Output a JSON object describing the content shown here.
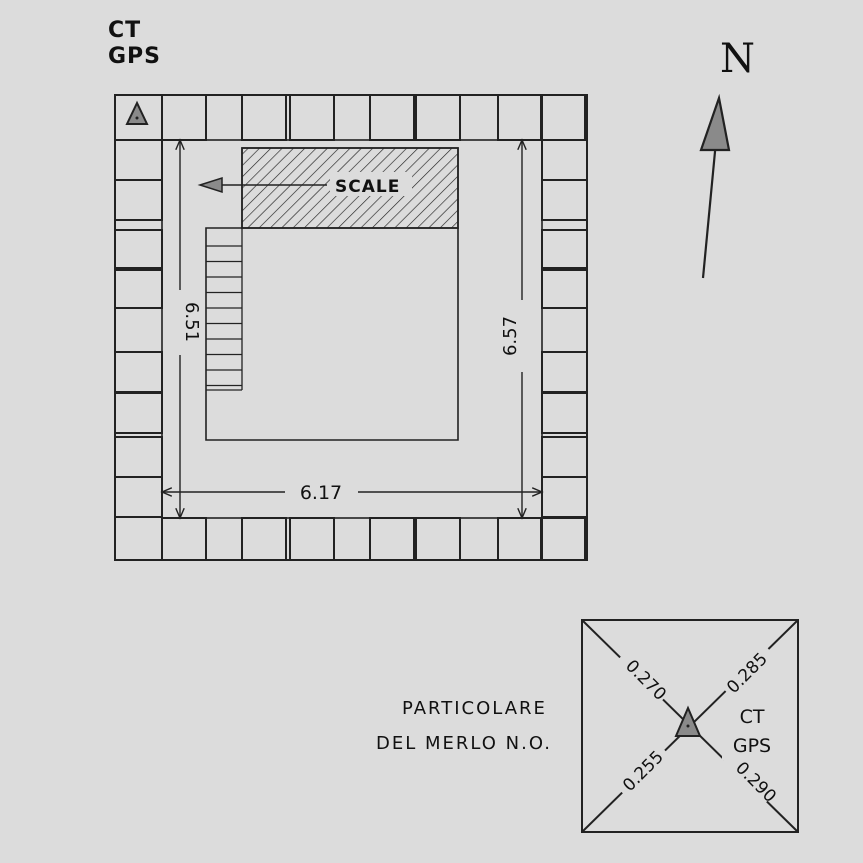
{
  "corner_label": {
    "line1": "CT",
    "line2": "GPS"
  },
  "north_label": "N",
  "stair_label": "SCALE",
  "dimensions": {
    "west": "6.51",
    "east": "6.57",
    "south": "6.17"
  },
  "detail": {
    "caption_line1": "PARTICOLARE",
    "caption_line2": "DEL MERLO N.O.",
    "station_line1": "CT",
    "station_line2": "GPS",
    "d_nw": "0.270",
    "d_ne": "0.285",
    "d_sw": "0.255",
    "d_se": "0.290"
  },
  "colors": {
    "line": "#222222",
    "marker": "#8a8a8a",
    "background": "#dcdcdc"
  }
}
